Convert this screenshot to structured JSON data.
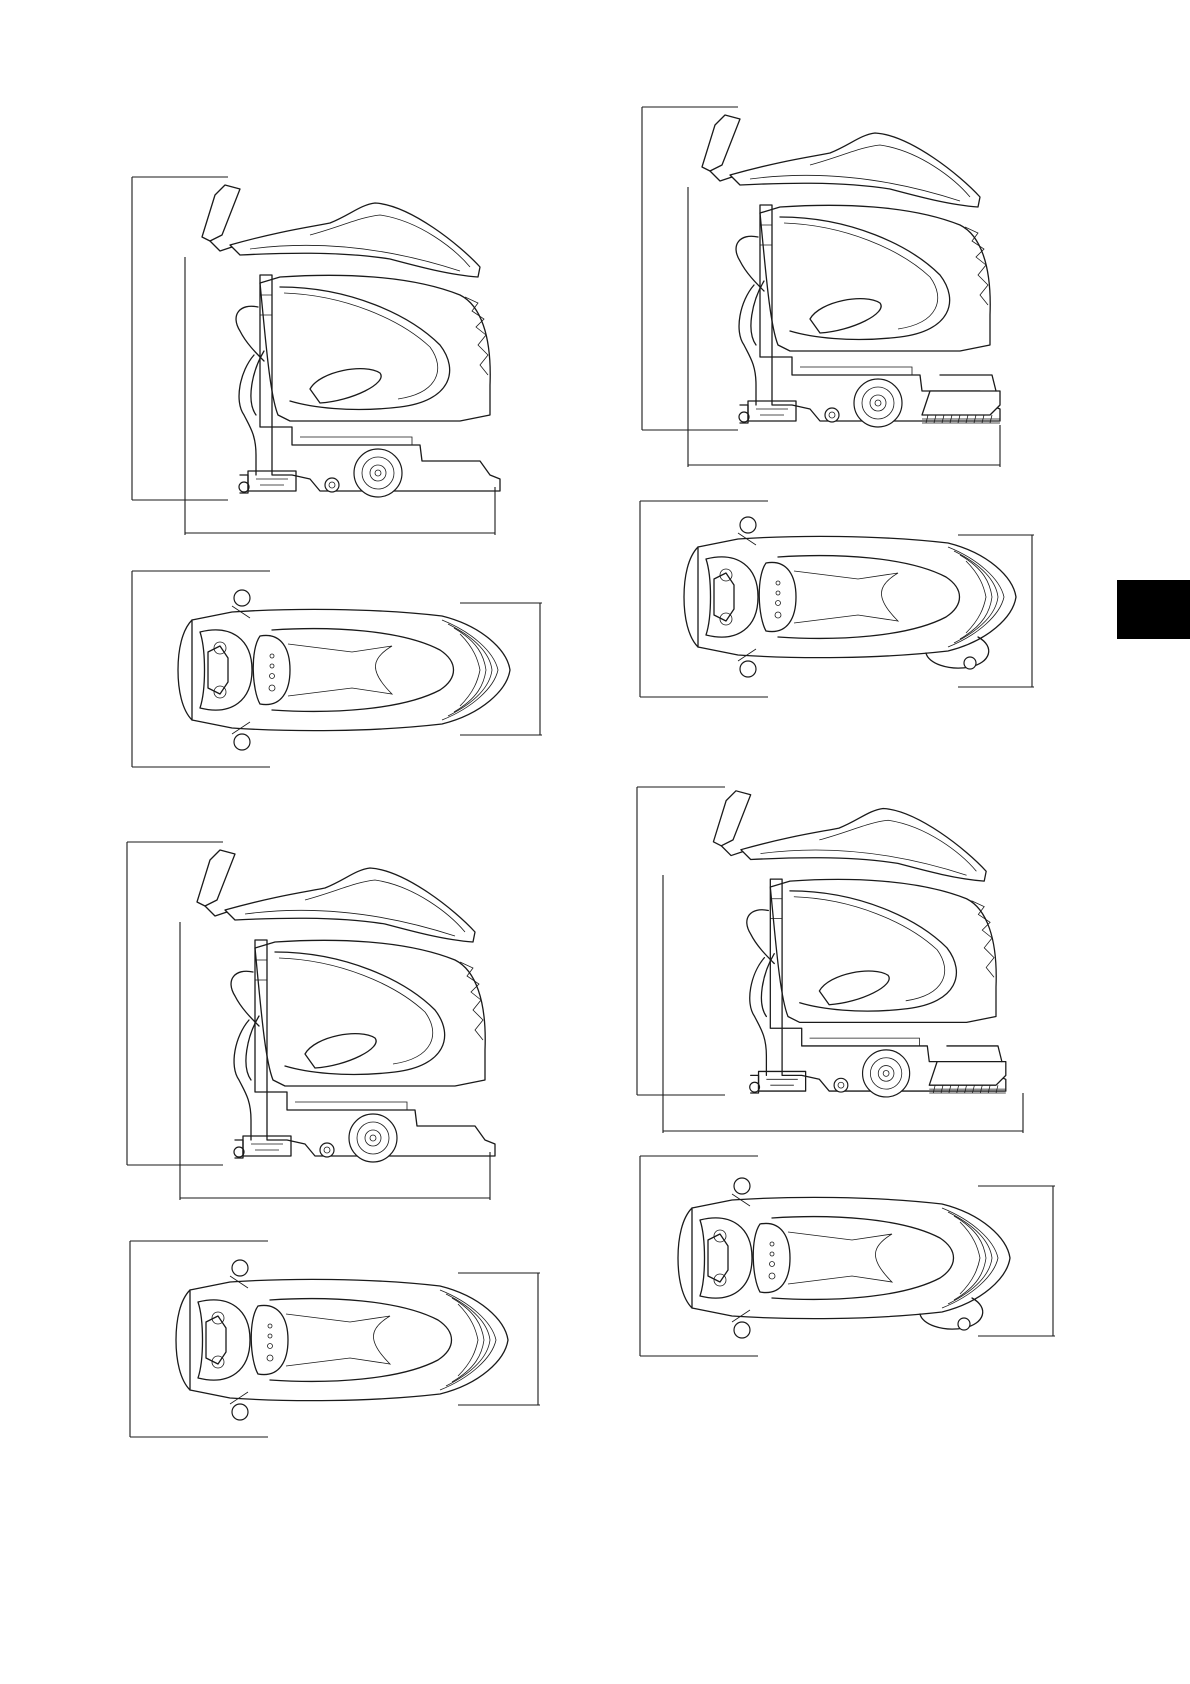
{
  "page": {
    "description_empty": ""
  },
  "figures": [
    {
      "id": "side-view-1",
      "view": "side"
    },
    {
      "id": "top-view-1",
      "view": "top"
    },
    {
      "id": "side-view-2",
      "view": "side"
    },
    {
      "id": "top-view-2",
      "view": "top"
    },
    {
      "id": "side-view-3",
      "view": "side-with-brush"
    },
    {
      "id": "top-view-3",
      "view": "top"
    },
    {
      "id": "side-view-4",
      "view": "side-with-brush"
    },
    {
      "id": "top-view-4",
      "view": "top"
    }
  ],
  "colors": {
    "line": "#1a1a1a",
    "background": "#ffffff",
    "section_tab": "#000000"
  }
}
